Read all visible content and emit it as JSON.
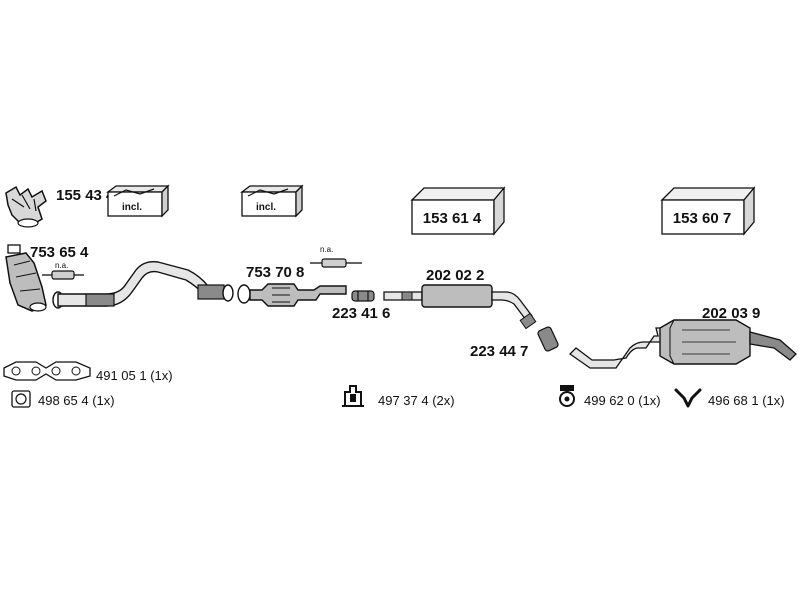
{
  "parts": {
    "exhaust_manifold": "155 43 4",
    "catalyst_front": "753 65 4",
    "catalyst_middle": "753 70 8",
    "clamp_front": "223 41 6",
    "middle_silencer": "202 02 2",
    "clamp_rear": "223 44 7",
    "rear_silencer": "202 03 9"
  },
  "kits": {
    "incl_left": "incl.",
    "incl_right": "incl.",
    "box_middle": "153 61 4",
    "box_rear": "153 60 7"
  },
  "notes": {
    "na_front": "n.a.",
    "na_middle": "n.a."
  },
  "accessories": {
    "manifold_gasket": "491 05 1 (1x)",
    "flange_gasket": "498 65 4 (1x)",
    "rubber_mount_a": "497 37 4 (2x)",
    "rubber_mount_b": "499 62 0 (1x)",
    "hanger": "496 68 1 (1x)"
  },
  "colors": {
    "line": "#111111",
    "fill_light": "#e6e6e6",
    "fill_mid": "#bdbdbd",
    "fill_dark": "#8a8a8a"
  }
}
